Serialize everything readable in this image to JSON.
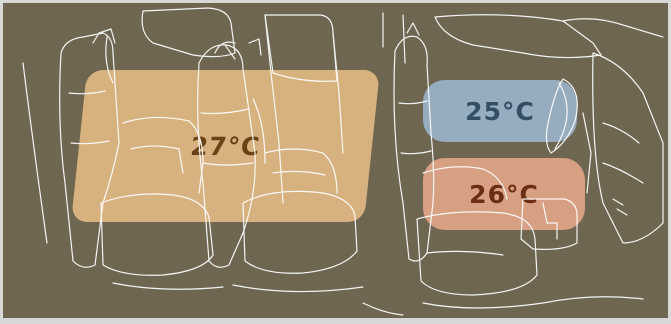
{
  "zones": {
    "rear": {
      "temperature": "27°C",
      "fill": "#e0b883",
      "text_color": "#6a3f12"
    },
    "front_upper": {
      "temperature": "25°C",
      "fill": "#9ab2c9",
      "text_color": "#2f4d66"
    },
    "front_lower": {
      "temperature": "26°C",
      "fill": "#e2a588",
      "text_color": "#6b2a10"
    }
  },
  "colors": {
    "background": "#6e6650",
    "outline": "#ffffff",
    "frame": "#d8d8d6"
  }
}
